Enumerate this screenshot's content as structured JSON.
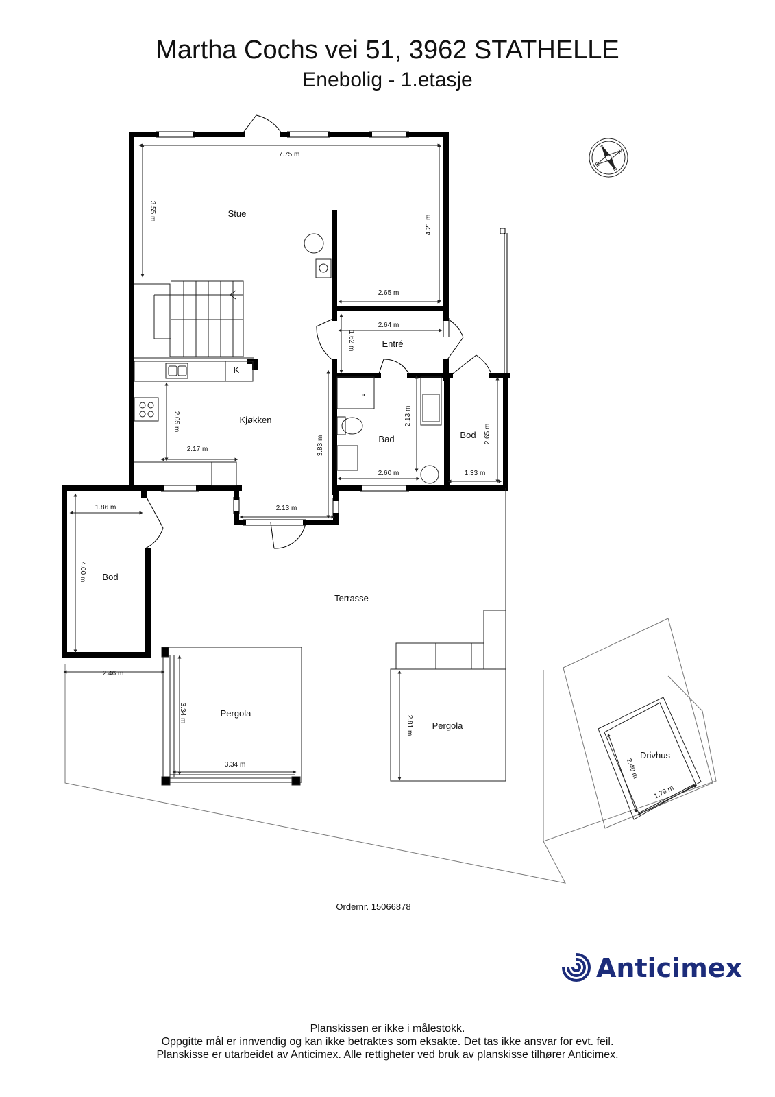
{
  "header": {
    "address": "Martha Cochs vei 51, 3962 STATHELLE",
    "subtitle": "Enebolig - 1.etasje"
  },
  "rooms": {
    "stue": "Stue",
    "entre": "Entré",
    "kjokken": "Kjøkken",
    "bad": "Bad",
    "bod_small": "Bod",
    "bod_left": "Bod",
    "terrasse": "Terrasse",
    "pergola_left": "Pergola",
    "pergola_right": "Pergola",
    "drivhus": "Drivhus",
    "k_label": "K"
  },
  "dimensions": {
    "stue_width": "7.75 m",
    "stue_height": "3.55 m",
    "stue_right_height": "4.21 m",
    "stue_right_width": "2.65 m",
    "entre_width": "2.64 m",
    "entre_height": "1.62 m",
    "kjokken_height": "2.05 m",
    "kjokken_width": "2.17 m",
    "kjokken_full_height": "3.83 m",
    "door_width": "2.13 m",
    "bad_height": "2.13 m",
    "bad_width": "2.60 m",
    "bod_height": "2.65 m",
    "bod_width": "1.33 m",
    "bod_left_width": "1.86 m",
    "bod_left_height": "4.00 m",
    "terrasse_width": "2.46 m",
    "pergola_left_height": "3.34 m",
    "pergola_left_width": "3.34 m",
    "pergola_right_height": "2.81 m",
    "drivhus_height": "2.40 m",
    "drivhus_width": "1.79 m"
  },
  "compass": {
    "n": "N",
    "e": "E",
    "s": "S",
    "w": "W"
  },
  "order": "Ordernr. 15066878",
  "brand": {
    "name": "Anticimex",
    "color": "#1c2c7a"
  },
  "footer": {
    "line1": "Planskissen er ikke i målestokk.",
    "line2": "Oppgitte mål er innvendig og kan ikke betraktes som eksakte. Det tas ikke ansvar for evt. feil.",
    "line3": "Planskisse er utarbeidet av Anticimex. Alle rettigheter ved bruk av planskisse tilhører Anticimex."
  }
}
